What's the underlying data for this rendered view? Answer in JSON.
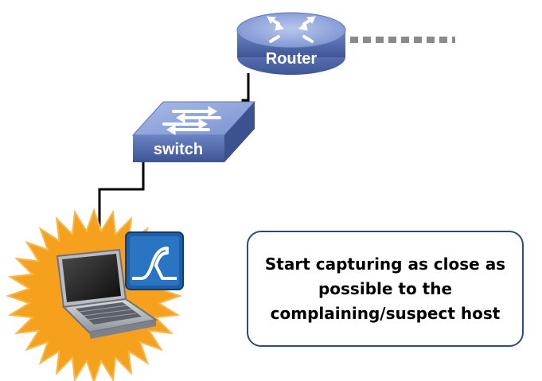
{
  "devices": {
    "router_label": "Router",
    "switch_label": "switch"
  },
  "callout": {
    "text": "Start capturing as close as\npossible to the\ncomplaining/suspect host"
  },
  "icons": [
    "router-icon",
    "switch-icon",
    "laptop-icon",
    "wireshark-capture-icon",
    "starburst-highlight"
  ],
  "colors": {
    "device_blue": "#5b74b6",
    "device_top": "#8fa6dc",
    "cable": "#000000",
    "dotted_link": "#8a8a8a",
    "starburst": "#f5a11d",
    "callout_border": "#2f4a7a",
    "shark_icon_bg": "#1f5fa8"
  }
}
